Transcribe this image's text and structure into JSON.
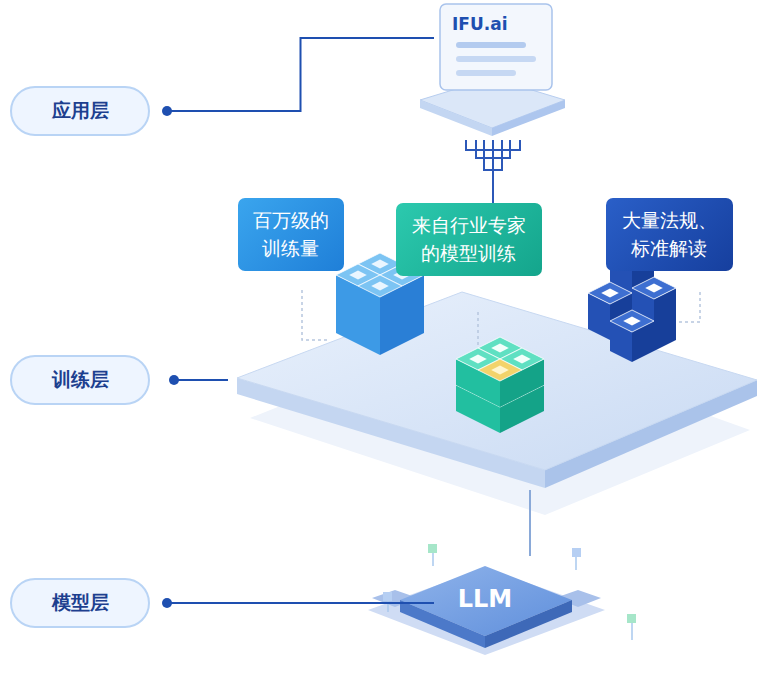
{
  "diagram": {
    "nodes": [
      {
        "text": [
          "IFU.ai"
        ]
      },
      {
        "text": [
          "应用层"
        ]
      },
      {
        "text": [
          "百万级的 训练量"
        ]
      },
      {
        "text": [
          "来自行业专家 的模型训练"
        ]
      },
      {
        "text": [
          "大量法规、 标准解读"
        ]
      },
      {
        "text": [
          "训练层"
        ]
      },
      {
        "text": [
          "LLM"
        ]
      },
      {
        "text": [
          "模型层"
        ]
      }
    ],
    "edges": [
      {
        "from": 1,
        "to": 0,
        "arrow": "none"
      },
      {
        "from": 7,
        "to": 6,
        "arrow": "none"
      }
    ]
  }
}
